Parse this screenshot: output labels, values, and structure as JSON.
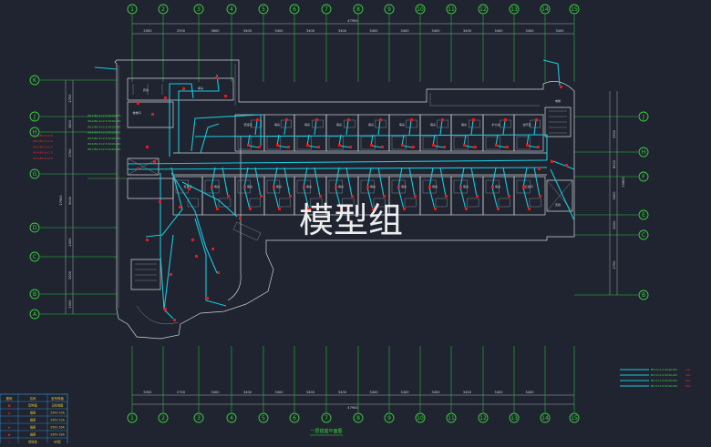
{
  "drawing": {
    "title": "一层插座平面图",
    "watermark": "模型组",
    "top_axes": [
      "1",
      "2",
      "3",
      "4",
      "5",
      "6",
      "7",
      "8",
      "9",
      "10",
      "11",
      "12",
      "13",
      "14",
      "15"
    ],
    "bottom_axes": [
      "1",
      "2",
      "3",
      "4",
      "5",
      "6",
      "7",
      "8",
      "9",
      "10",
      "11",
      "12",
      "13",
      "14",
      "15"
    ],
    "left_axes": [
      "K",
      "J",
      "H",
      "G",
      "D",
      "C",
      "B",
      "A"
    ],
    "right_axes": [
      "J",
      "H",
      "F",
      "E",
      "C",
      "B"
    ],
    "top_total_dim": "47900",
    "bottom_total_dim": "47900",
    "top_dims": [
      "2000",
      "2550",
      "3600",
      "3400",
      "3400",
      "3400",
      "3400",
      "3400",
      "3400",
      "3400",
      "3400",
      "3400",
      "3400",
      "3400"
    ],
    "bottom_dims": [
      "5000",
      "2700",
      "3400",
      "3400",
      "3400",
      "3400",
      "3400",
      "3400",
      "3400",
      "3400",
      "3400",
      "3400",
      "3400"
    ],
    "left_dims": [
      "2700",
      "3600",
      "2700",
      "3000",
      "2000",
      "3000",
      "2000"
    ],
    "left_total_dim": "17900",
    "right_dims": [
      "3300",
      "6000",
      "3600",
      "4200",
      "2700"
    ],
    "right_total_dim": "19800",
    "circuit_labels_green": [
      "WL1-BV-3×2.5-SC20-WC",
      "WL2-BV-3×2.5-SC20-WC",
      "WL3-BV-3×2.5-SC20-WC",
      "WL4-BV-3×2.5-SC20-WC",
      "WL5-BV-3×2.5-SC20-WC",
      "WL6-BV-3×2.5-SC20-WC",
      "WL7-BV-3×2.5-SC20-WC"
    ],
    "circuit_labels_red": [
      "WL1-BV-3×2.5",
      "WL2-BV-3×2.5",
      "WL3-BV-3×2.5",
      "WL4-BV-3×2.5",
      "WL5-BV-3×2.5"
    ],
    "legend_lines": [
      "BV-3×2.5-SC20-WC",
      "BV-3×2.5-SC20-WC",
      "BV-3×2.5-SC20-WC",
      "BV-3×2.5-SC20-WC"
    ],
    "legend_codes": [
      "1AL",
      "2AL",
      "3AL",
      "4AL"
    ],
    "corner_table": {
      "headers": [
        "图例",
        "名称",
        "型号规格"
      ],
      "rows": [
        [
          "■",
          "配电箱",
          "见系统图"
        ],
        [
          "▲",
          "插座",
          "250V 10A"
        ],
        [
          "△",
          "插座",
          "250V 10A"
        ],
        [
          "◆",
          "插座",
          "250V 16A"
        ],
        [
          "●",
          "插座",
          "250V 16A"
        ],
        [
          "○",
          "接线盒",
          "86型"
        ]
      ]
    },
    "room_labels": [
      "值班室",
      "病房",
      "病房",
      "病房",
      "病房",
      "病房",
      "病房",
      "病房",
      "护士站",
      "治疗室",
      "处置室",
      "病房",
      "病房",
      "病房",
      "病房",
      "病房",
      "病房",
      "病房",
      "病房",
      "病房",
      "病房",
      "卫生间",
      "药房",
      "库房",
      "楼梯间",
      "电梯",
      "走廊"
    ]
  },
  "colors": {
    "background": "#1f2430",
    "axis_bubble": "#3ad23a",
    "pipe": "#18c8dc",
    "device": "#e21b1b",
    "wall": "#cfd3d6"
  }
}
